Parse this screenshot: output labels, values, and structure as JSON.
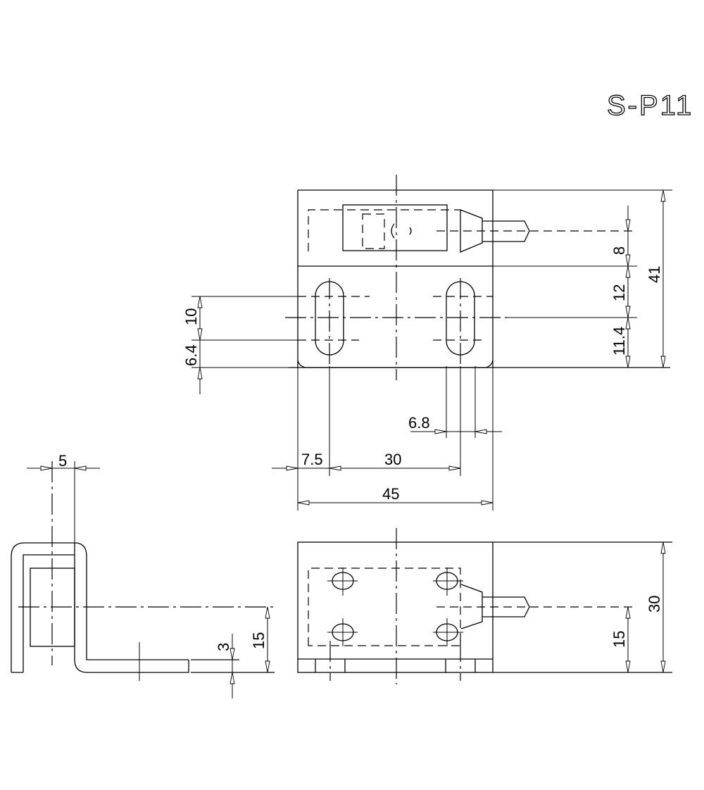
{
  "drawing": {
    "title": "S-P11",
    "units": "mm",
    "views": {
      "top_view": {
        "dimensions": {
          "sensor_section_height": "8",
          "slot_center_offset": "12",
          "bottom_margin": "11.4",
          "overall_height": "41",
          "slot_length": "10",
          "slot_bottom_margin": "6.4",
          "slot_width": "6.8",
          "edge_to_slot": "7.5",
          "slot_pitch": "30",
          "overall_width": "45"
        }
      },
      "side_view": {
        "dimensions": {
          "wall_thickness": "5",
          "plate_thickness": "3",
          "center_height": "15"
        }
      },
      "front_view": {
        "dimensions": {
          "overall_height": "30",
          "cable_center_height": "15"
        }
      }
    },
    "colors": {
      "line": "#000000",
      "background": "#ffffff"
    }
  }
}
